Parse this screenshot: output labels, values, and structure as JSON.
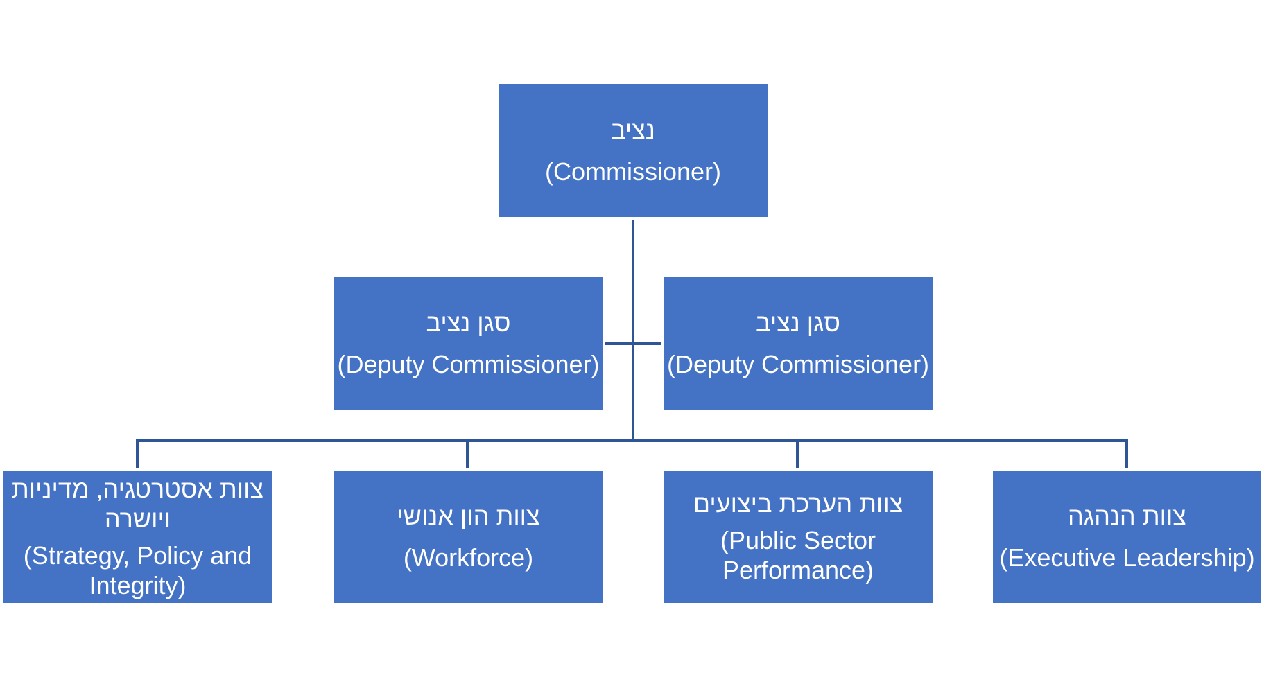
{
  "diagram": {
    "commissioner": {
      "he": "נציב",
      "en": "(Commissioner)"
    },
    "deputies": [
      {
        "he": "סגן נציב",
        "en": "(Deputy Commissioner)"
      },
      {
        "he": "סגן נציב",
        "en": "(Deputy Commissioner)"
      }
    ],
    "teams": [
      {
        "he": "צוות אסטרטגיה, מדיניות ויושרה",
        "en": "(Strategy, Policy and Integrity)"
      },
      {
        "he": "צוות הון אנושי",
        "en": "(Workforce)"
      },
      {
        "he": "צוות הערכת ביצועים",
        "en": "(Public Sector Performance)"
      },
      {
        "he": "צוות הנהגה",
        "en": "(Executive Leadership)"
      }
    ]
  },
  "colors": {
    "box_fill": "#4472C4",
    "connector": "#2F5597",
    "text": "#FFFFFF"
  }
}
